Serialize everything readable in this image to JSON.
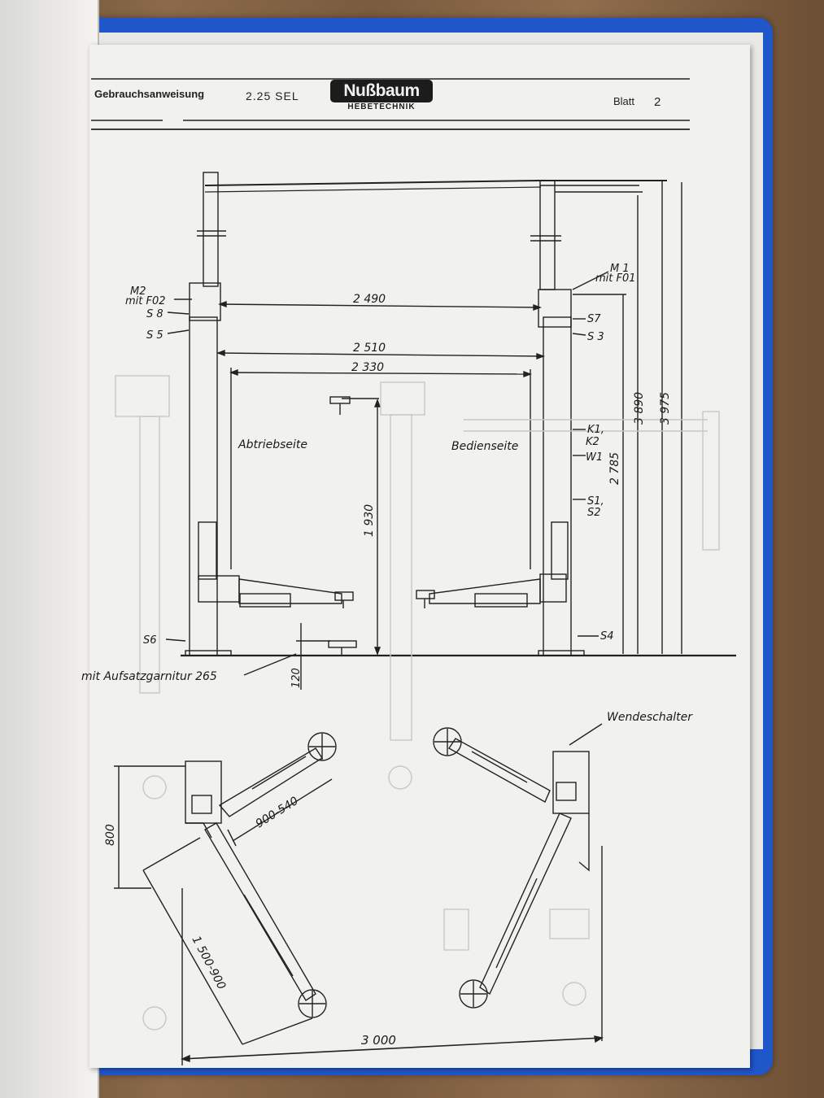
{
  "header": {
    "title": "Gebrauchsanweisung",
    "model": "2.25 SEL",
    "logo_main": "Nußbaum",
    "logo_sub": "HEBETECHNIK",
    "sheet_label": "Blatt",
    "sheet_number": "2"
  },
  "dimensions": {
    "d2490": "2 490",
    "d2510": "2 510",
    "d2330": "2 330",
    "d1930": "1 930",
    "d2785": "2 785",
    "d3890": "3 890",
    "d3975": "3 975",
    "d120": "120",
    "d800": "800",
    "d900_540": "900-540",
    "d1500_900": "1 500-900",
    "d3000": "3 000"
  },
  "labels": {
    "drive_side": "Abtriebseite",
    "operator_side": "Bedienseite",
    "m2": "M2",
    "mit_f02": "mit F02",
    "s8": "S 8",
    "s5": "S 5",
    "s6": "S6",
    "m1": "M 1",
    "mit_f01": "mit F01",
    "s7": "S7",
    "s3": "S 3",
    "k1": "K1,",
    "k2": "K2",
    "w1": "W1",
    "s1": "S1,",
    "s2": "S2",
    "s4": "S4",
    "attachment_set": "mit Aufsatzgarnitur 265",
    "reversing_switch": "Wendeschalter"
  }
}
